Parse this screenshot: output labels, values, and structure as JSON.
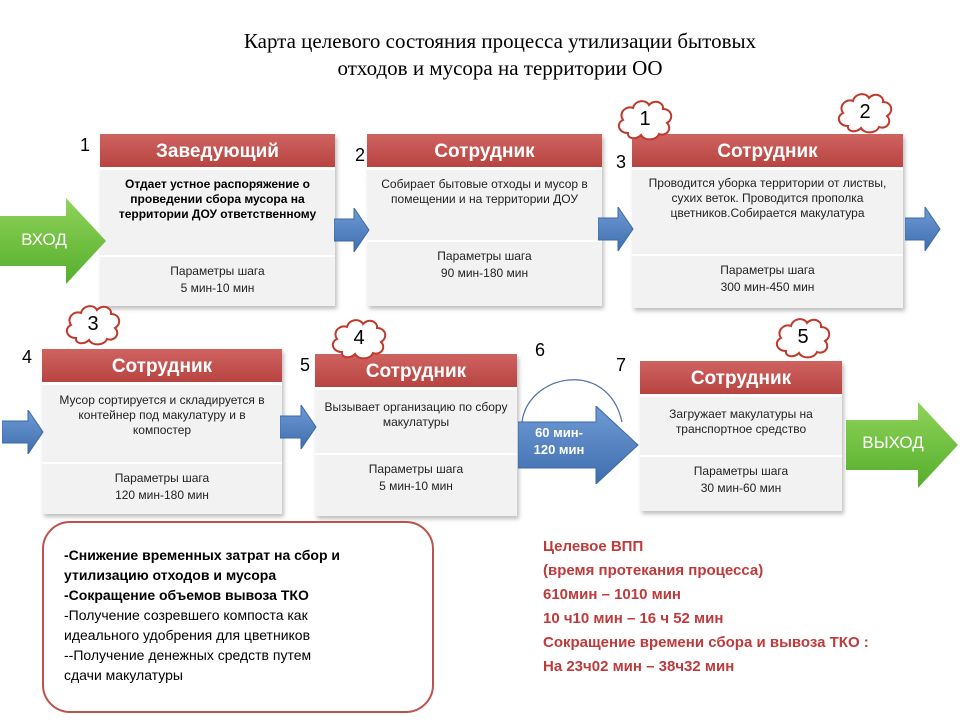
{
  "title": {
    "line1": "Карта целевого  состояния процесса утилизации бытовых",
    "line2": "отходов и мусора на территории ОО"
  },
  "entry_label": "ВХОД",
  "exit_label": "ВЫХОД",
  "steps": [
    {
      "num": "1",
      "role": "Заведующий",
      "desc": "Отдает устное распоряжение о проведении сбора мусора на территории ДОУ ответственному",
      "params_label": "Параметры шага",
      "params_value": "5 мин-10 мин"
    },
    {
      "num": "2",
      "role": "Сотрудник",
      "desc": "Собирает бытовые отходы и мусор в помещении и на территории ДОУ",
      "params_label": "Параметры шага",
      "params_value": "90 мин-180 мин"
    },
    {
      "num": "3",
      "role": "Сотрудник",
      "desc": "Проводится уборка территории от листвы, сухих веток. Проводится прополка цветников.Собирается макулатура",
      "params_label": "Параметры шага",
      "params_value": "300 мин-450 мин"
    },
    {
      "num": "4",
      "role": "Сотрудник",
      "desc": "Мусор сортируется и складируется в контейнер под макулатуру и в компостер",
      "params_label": "Параметры шага",
      "params_value": "120 мин-180 мин"
    },
    {
      "num": "5",
      "role": "Сотрудник",
      "desc": "Вызывает  организацию по сбору макулатуры",
      "params_label": "Параметры шага",
      "params_value": "5 мин-10 мин"
    },
    {
      "num": "6"
    },
    {
      "num": "7",
      "role": "Сотрудник",
      "desc": "Загружает макулатуры на транспортное средство",
      "params_label": "Параметры шага",
      "params_value": "30 мин-60 мин"
    }
  ],
  "clouds": [
    "1",
    "2",
    "3",
    "4",
    "5"
  ],
  "transport": {
    "line1": "60 мин-",
    "line2": "120 мин"
  },
  "results": [
    "-Снижение временных затрат на сбор и",
    "утилизацию отходов и мусора",
    "-Сокращение объемов вывоза ТКО",
    "-Получение созревшего компоста как",
    "идеального удобрения для цветников",
    "--Получение денежных средств путем",
    "сдачи макулатуры"
  ],
  "target": [
    "Целевое ВПП",
    "(время протекания  процесса)",
    "610мин – 1010 мин",
    "10 ч10 мин – 16 ч 52 мин",
    "Сокращение времени сбора и вывоза ТКО :",
    "На 23ч02 мин – 38ч32 мин"
  ],
  "colors": {
    "header_red": "#c0504d",
    "arrow_blue": "#4f81bd",
    "arrow_green": "#70c442",
    "target_text": "#c0393b"
  }
}
